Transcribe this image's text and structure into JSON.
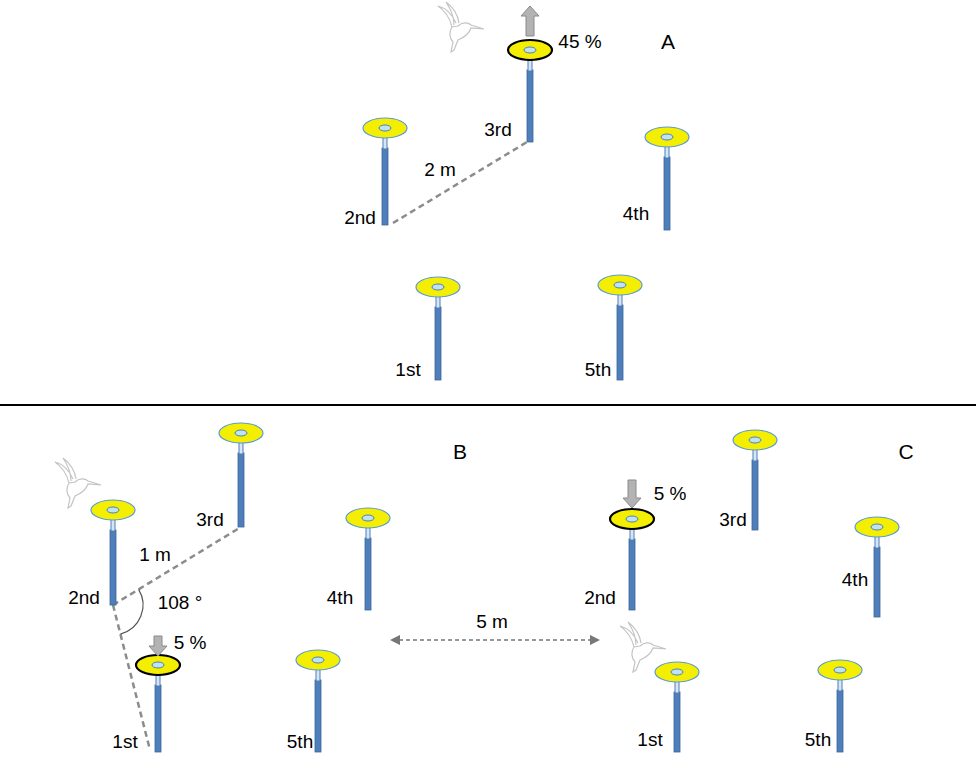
{
  "diagram": {
    "labels": [
      "45 %",
      "A",
      "2 m",
      "3rd",
      "2nd",
      "4th",
      "1st",
      "5th",
      "B",
      "3rd",
      "1 m",
      "2nd",
      "108 °",
      "5 %",
      "4th",
      "1st",
      "5th",
      "5 m",
      "C",
      "5 %",
      "3rd",
      "4th",
      "2nd",
      "1st",
      "5th"
    ]
  }
}
